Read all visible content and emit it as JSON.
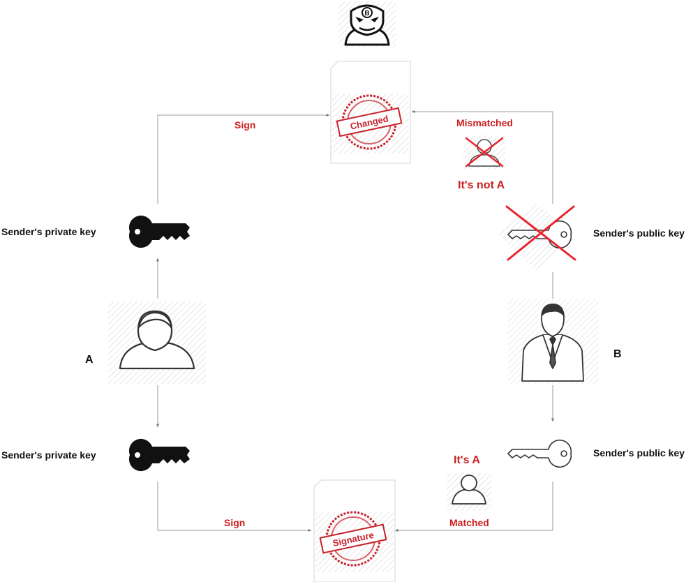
{
  "labels": {
    "key_private_top": "Sender's private key",
    "key_private_bottom": "Sender's private key",
    "key_public_top": "Sender's public key",
    "key_public_bottom": "Sender's public key",
    "party_a": "A",
    "party_b": "B",
    "sign_top": "Sign",
    "sign_bottom": "Sign",
    "mismatched": "Mismatched",
    "matched": "Matched",
    "its_not_a": "It's not A",
    "its_a": "It's A"
  },
  "documents": {
    "changed_stamp": "Changed",
    "signature_stamp": "Signature"
  },
  "hacker_badge": "B",
  "colors": {
    "accent_red": "#cc1f1f",
    "line_gray": "#9a9a9a",
    "icon_black": "#111111",
    "stamp_red": "#c8202a"
  },
  "icons": [
    "hacker-icon",
    "private-key-icon",
    "public-key-icon",
    "person-icon",
    "businessman-icon",
    "document-icon",
    "stamp-icon",
    "cross-icon"
  ]
}
